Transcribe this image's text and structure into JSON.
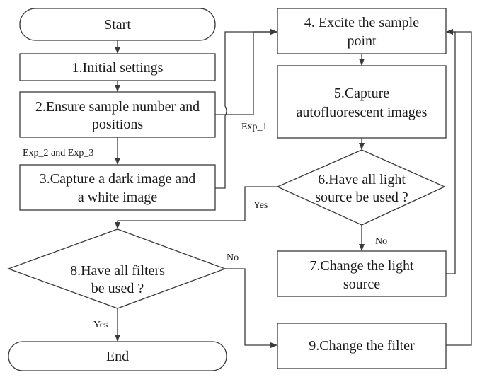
{
  "nodes": {
    "start": "Start",
    "initial_settings": "1.Initial settings",
    "ensure_l1": "2.Ensure sample number and",
    "ensure_l2": "positions",
    "dark_l1": "3.Capture a dark image and",
    "dark_l2": "a white image",
    "excite_l1": "4. Excite the sample",
    "excite_l2": "point",
    "capture_l1": "5.Capture",
    "capture_l2": "autofluorescent images",
    "light_q_l1": "6.Have all light",
    "light_q_l2": "source be used ?",
    "change_light_l1": "7.Change the light",
    "change_light_l2": "source",
    "filters_q_l1": "8.Have all filters",
    "filters_q_l2": "be used ?",
    "change_filter": "9.Change the filter",
    "end": "End"
  },
  "edge_labels": {
    "exp1": "Exp_1",
    "exp23": "Exp_2 and Exp_3",
    "light_yes": "Yes",
    "light_no": "No",
    "filters_no": "No",
    "filters_yes": "Yes"
  },
  "colors": {
    "stroke": "#3a3a3a",
    "text": "#1a1a1a",
    "background": "#ffffff"
  }
}
